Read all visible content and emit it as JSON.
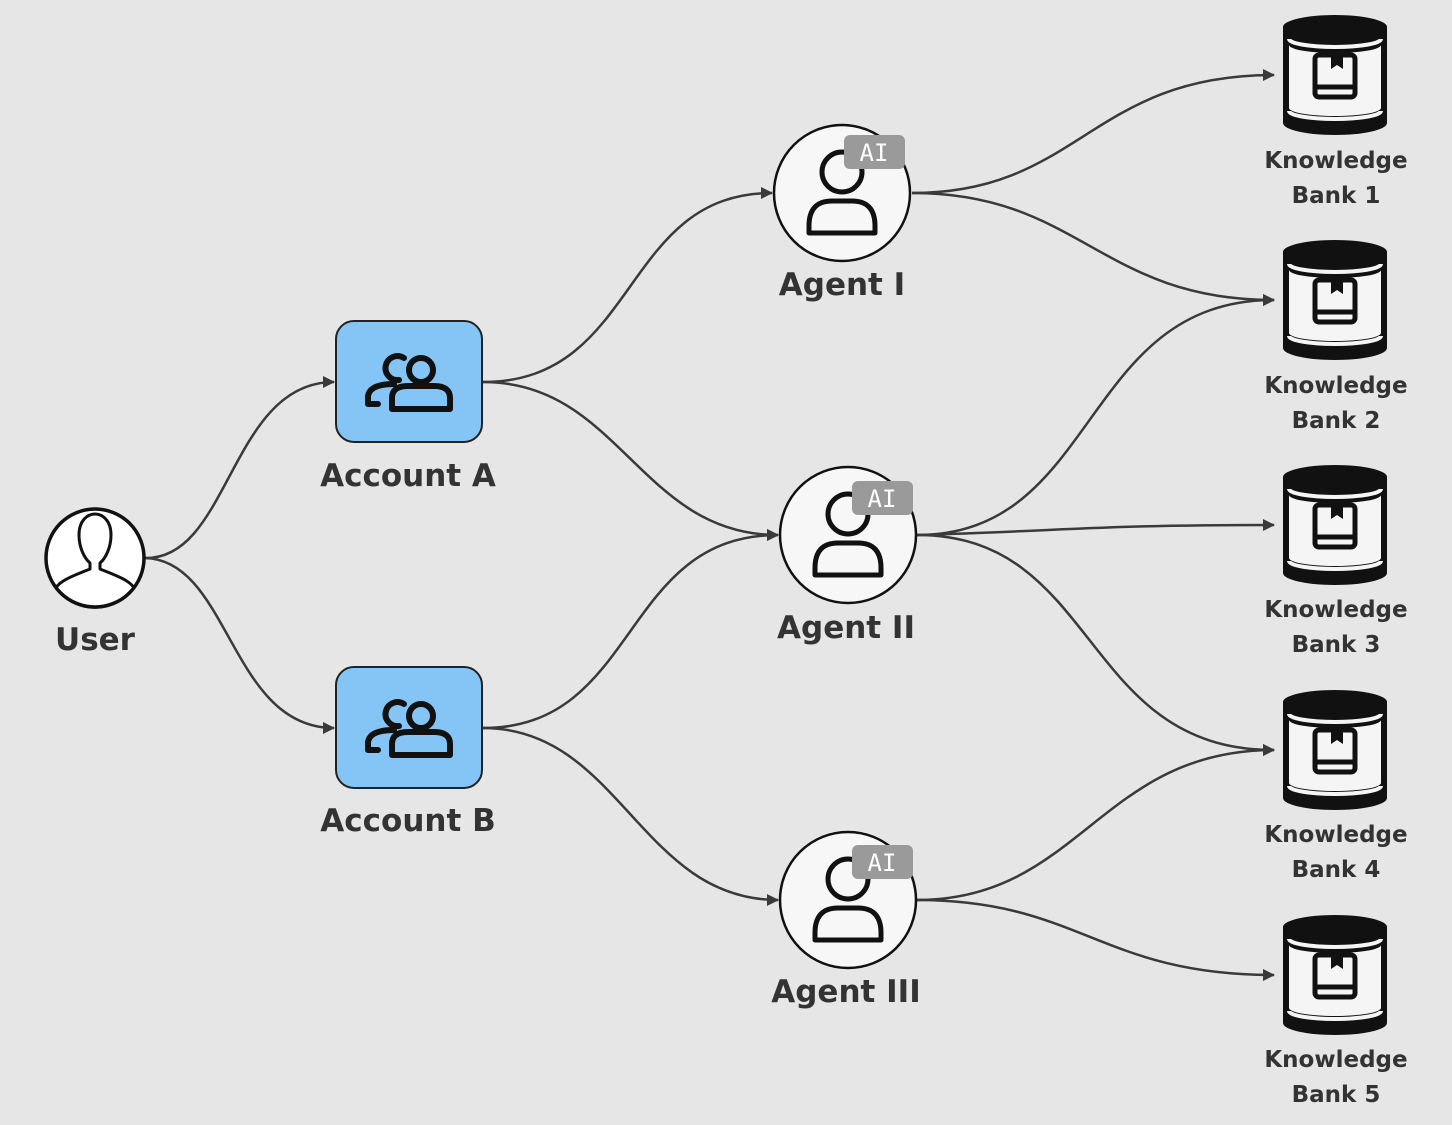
{
  "nodes": {
    "user": {
      "label": "User"
    },
    "account_a": {
      "label": "Account A"
    },
    "account_b": {
      "label": "Account B"
    },
    "agent_1": {
      "label": "Agent I",
      "badge": "AI"
    },
    "agent_2": {
      "label": "Agent II",
      "badge": "AI"
    },
    "agent_3": {
      "label": "Agent III",
      "badge": "AI"
    },
    "kb_1": {
      "line1": "Knowledge",
      "line2": "Bank 1"
    },
    "kb_2": {
      "line1": "Knowledge",
      "line2": "Bank 2"
    },
    "kb_3": {
      "line1": "Knowledge",
      "line2": "Bank 3"
    },
    "kb_4": {
      "line1": "Knowledge",
      "line2": "Bank 4"
    },
    "kb_5": {
      "line1": "Knowledge",
      "line2": "Bank 5"
    }
  },
  "edges": [
    {
      "from": "User",
      "to": "Account A"
    },
    {
      "from": "User",
      "to": "Account B"
    },
    {
      "from": "Account A",
      "to": "Agent I"
    },
    {
      "from": "Account A",
      "to": "Agent II"
    },
    {
      "from": "Account B",
      "to": "Agent II"
    },
    {
      "from": "Account B",
      "to": "Agent III"
    },
    {
      "from": "Agent I",
      "to": "Knowledge Bank 1"
    },
    {
      "from": "Agent I",
      "to": "Knowledge Bank 2"
    },
    {
      "from": "Agent II",
      "to": "Knowledge Bank 2"
    },
    {
      "from": "Agent II",
      "to": "Knowledge Bank 3"
    },
    {
      "from": "Agent II",
      "to": "Knowledge Bank 4"
    },
    {
      "from": "Agent III",
      "to": "Knowledge Bank 4"
    },
    {
      "from": "Agent III",
      "to": "Knowledge Bank 5"
    }
  ],
  "colors": {
    "background": "#e6e6e6",
    "account_fill": "#84c5f6",
    "stroke": "#111111",
    "edge": "#3a3a3a",
    "label": "#333333",
    "badge": "#9a9a9a",
    "agent_fill": "#f7f7f7"
  },
  "icons": {
    "user": "user-outline-icon",
    "account": "users-group-icon",
    "agent": "ai-agent-icon",
    "knowledge_bank": "database-book-icon"
  }
}
